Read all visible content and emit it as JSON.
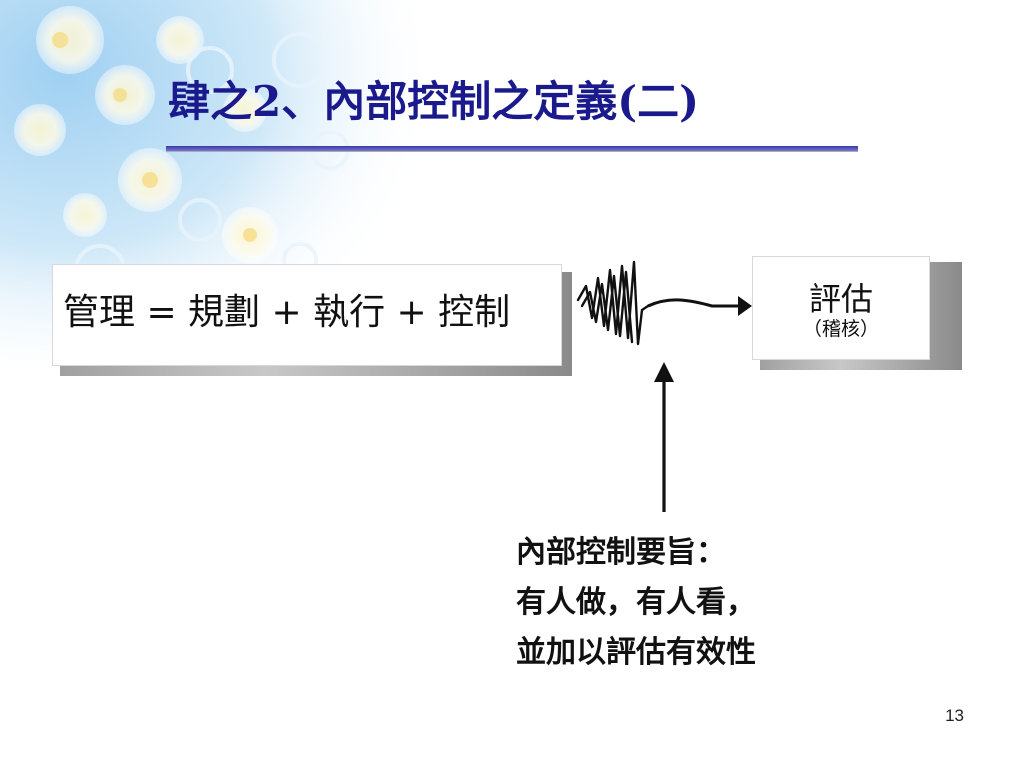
{
  "slide": {
    "title": "肆之2、內部控制之定義(二)",
    "page_number": "13"
  },
  "management_box": {
    "text": "管理 = 規劃 + 執行 + 控制"
  },
  "evaluation_box": {
    "main": "評估",
    "sub": "（稽核）"
  },
  "note": {
    "heading": "內部控制要旨：",
    "line1": "有人做，有人看，",
    "line2": "並加以評估有效性"
  },
  "colors": {
    "title": "#1a1a8c",
    "title_rule": "#3a3aa8",
    "text": "#111111",
    "arrow": "#111111"
  },
  "icons": {
    "background": "flower-bokeh-decoration",
    "connector": "zigzag-wave-arrow",
    "pointer": "up-arrow"
  }
}
